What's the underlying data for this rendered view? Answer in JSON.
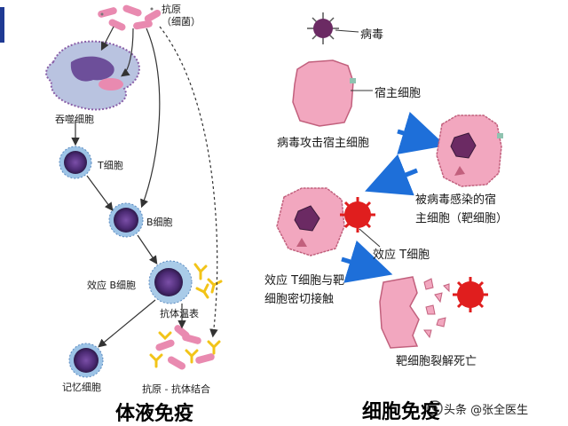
{
  "colors": {
    "accent_bar": "#1f3a93",
    "cell_pink": "#f2a7bf",
    "cell_pink_border": "#c2607d",
    "lymph_purple": "#4b2a73",
    "lymph_ring": "#9cc3e6",
    "effector_red": "#e01e1e",
    "arrow_blue": "#1e6fd9",
    "antibody_yellow": "#f2c418",
    "virus_purple": "#6b2a63"
  },
  "humoral": {
    "antigen_label": "抗原\n（细菌）",
    "macrophage_label": "吞噬细胞",
    "t_cell_label": "T细胞",
    "b_cell_label": "B细胞",
    "effector_b_label": "效应 B细胞",
    "antibody_label": "抗体温表",
    "memory_label": "记忆细胞",
    "complex_label": "抗原 - 抗体结合",
    "title": "体液免疫"
  },
  "cellular": {
    "virus_label": "病毒",
    "host_label": "宿主细胞",
    "attack_label": "病毒攻击宿主细胞",
    "infected_label": "被病毒感染的宿\n主细胞（靶细胞）",
    "effector_t_label": "效应 T细胞",
    "contact_label": "效应 T细胞与靶\n细胞密切接触",
    "lysis_label": "靶细胞裂解死亡",
    "title": "细胞免疫"
  },
  "watermark": "头条 @张全医生",
  "icons": [
    "watermark-logo-icon"
  ]
}
